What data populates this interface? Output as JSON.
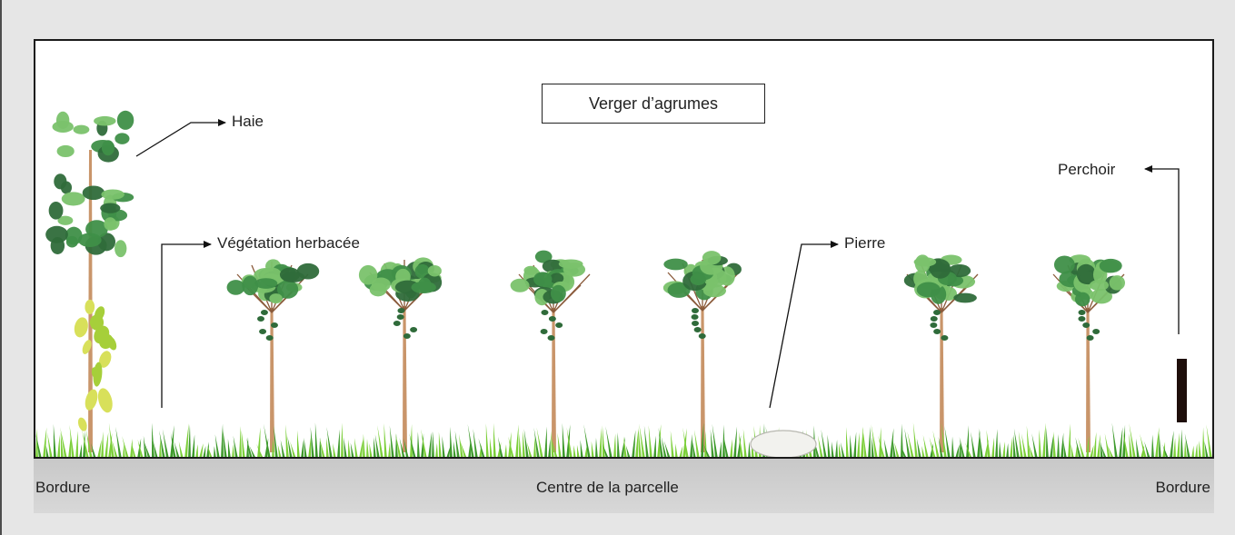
{
  "title": "Verger d’agrumes",
  "labels": {
    "hedge": "Haie",
    "herbaceous": "Végétation herbacée",
    "stone": "Pierre",
    "perch": "Perchoir"
  },
  "ground_bar": {
    "left": "Bordure",
    "center": "Centre de la parcelle",
    "right": "Bordure"
  },
  "colors": {
    "foliage_light": "#7ac26b",
    "foliage_dark": "#3f8f48",
    "foliage_deep": "#2f6b3a",
    "trunk": "#c9956a",
    "grass_light": "#7ccf3a",
    "grass_dark": "#3e9a2c",
    "ground_bar": "#d0d0d0",
    "perch": "#1e0e0a",
    "stone": "#f2f2ee"
  }
}
